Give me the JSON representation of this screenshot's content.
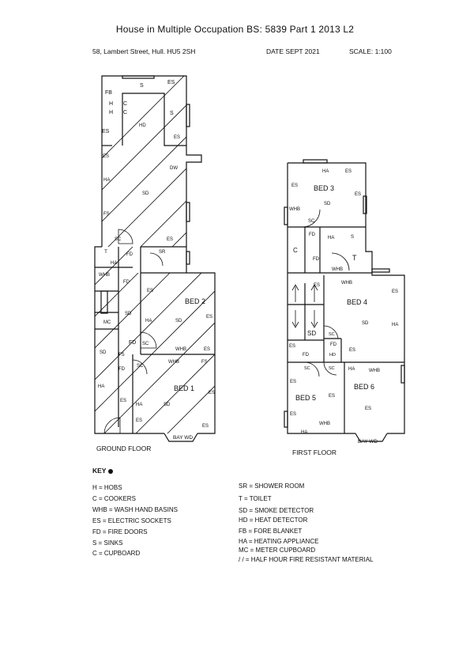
{
  "header": {
    "title": "House in Multiple Occupation BS: 5839 Part 1 2013 L2",
    "address": "58, Lambert Street, Hull. HU5 2SH",
    "date": "DATE SEPT 2021",
    "scale": "SCALE: 1:100"
  },
  "ground_floor": {
    "caption": "GROUND FLOOR",
    "rooms": {
      "bed2": "BED 2",
      "bed1": "BED 1",
      "bay": "BAY WD"
    },
    "labels": [
      "FB",
      "S",
      "ES",
      "H",
      "H",
      "C",
      "C",
      "S",
      "HD",
      "ES",
      "ES",
      "DW",
      "ES",
      "HA",
      "SD",
      "FS",
      "SC",
      "ES",
      "T",
      "SR",
      "FD",
      "HA",
      "WHB",
      "ES",
      "FD",
      "SD",
      "MC",
      "SD",
      "HA",
      "ES",
      "FD",
      "SC",
      "WHB",
      "ES",
      "SD",
      "FS",
      "FD",
      "SC",
      "WHB",
      "FS",
      "HA",
      "ES",
      "HA",
      "SD",
      "ES",
      "ES",
      "ES"
    ]
  },
  "first_floor": {
    "caption": "FIRST FLOOR",
    "rooms": {
      "bed3": "BED 3",
      "bed4": "BED 4",
      "bed5": "BED 5",
      "bed6": "BED 6",
      "bay": "BAY WD"
    },
    "labels": [
      "HA",
      "ES",
      "ES",
      "SD",
      "ES",
      "WHB",
      "SC",
      "FD",
      "HA",
      "S",
      "C",
      "FD",
      "T",
      "WHB",
      "ES",
      "WHB",
      "ES",
      "SD",
      "SD",
      "HA",
      "SC",
      "ES",
      "FD",
      "HD",
      "FD",
      "ES",
      "SC",
      "SC",
      "HA",
      "WHB",
      "ES",
      "ES",
      "ES",
      "WHB",
      "ES",
      "HA"
    ]
  },
  "key": {
    "title": "KEY",
    "left": [
      "H = HOBS",
      "C = COOKERS",
      "WHB = WASH HAND BASINS",
      "ES = ELECTRIC SOCKETS",
      "FD = FIRE DOORS",
      "S = SINKS",
      "C = CUPBOARD"
    ],
    "right": [
      "SR = SHOWER ROOM",
      "T = TOILET",
      "SD = SMOKE DETECTOR",
      "HD = HEAT DETECTOR",
      "FB = FORE BLANKET",
      "HA = HEATING APPLIANCE",
      "MC = METER CUPBOARD",
      "/ / = HALF HOUR FIRE RESISTANT MATERIAL"
    ]
  }
}
